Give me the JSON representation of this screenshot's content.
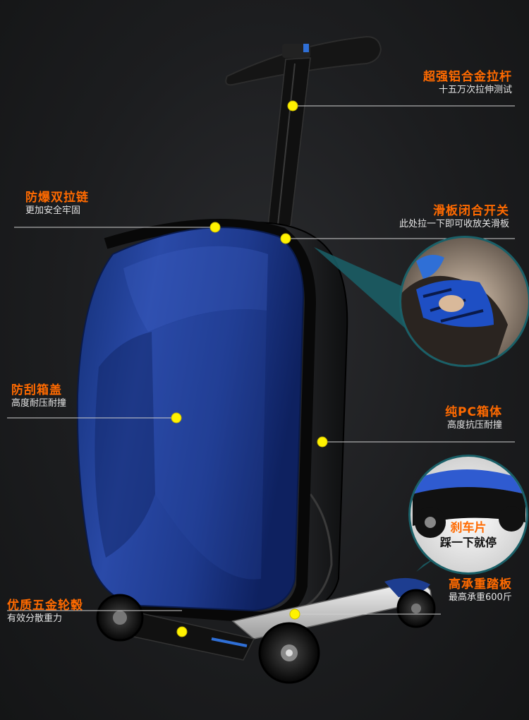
{
  "callouts": {
    "handle": {
      "title": "超强铝合金拉杆",
      "sub": "十五万次拉伸测试"
    },
    "zipper": {
      "title": "防爆双拉链",
      "sub": "更加安全牢固"
    },
    "switch": {
      "title": "滑板闭合开关",
      "sub": "此处拉一下即可收放关滑板"
    },
    "lid": {
      "title": "防刮箱盖",
      "sub": "高度耐压耐撞"
    },
    "pc_body": {
      "title": "纯PC箱体",
      "sub": "高度抗压耐撞"
    },
    "pedal": {
      "title": "高承重踏板",
      "sub": "最高承重600斤"
    },
    "wheel": {
      "title": "优质五金轮毂",
      "sub": "有效分散重力"
    }
  },
  "brake_inset": {
    "title": "刹车片",
    "sub": "踩一下就停"
  },
  "colors": {
    "accent": "#ff6a00",
    "marker": "#fff200",
    "shell_blue": "#1e3a8e",
    "line": "#cfcfcf"
  }
}
